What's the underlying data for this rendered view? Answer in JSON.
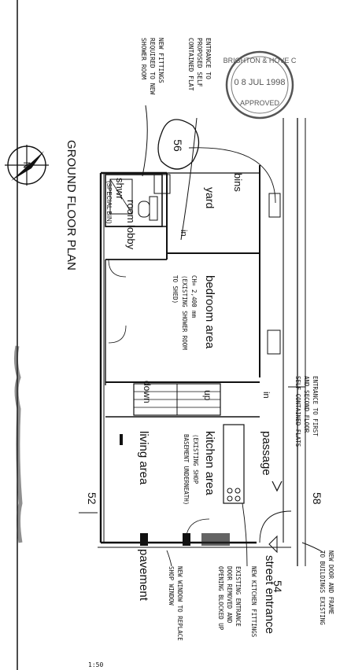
{
  "title": "GROUND FLOOR PLAN",
  "rooms": {
    "yard": "yard",
    "bins": "bins",
    "bedroom": "bedroom area",
    "shwr": "shwr",
    "room": "room",
    "lobby": "lobby",
    "kitchen": "kitchen area",
    "living": "living area",
    "passage": "passage",
    "street_entrance": "street entrance",
    "pavement": "pavement",
    "down": "down",
    "up": "up",
    "in_yard": "in",
    "in_passage": "in"
  },
  "numbers": {
    "n56": "56",
    "n54": "54",
    "n52": "52",
    "n58": "58",
    "footer": "1:50"
  },
  "notes": {
    "top_left": [
      "NEW FITTINGS",
      "REQUIRED TO NEW",
      "SHOWER ROOM"
    ],
    "top_right": [
      "ENTRANCE TO",
      "PROPOSED SELF",
      "CONTAINED FLAT"
    ],
    "bedroom_sub": [
      "CH= 2,400 mm",
      "(EXISTING SHOWER ROOM",
      "TO SHED)"
    ],
    "kitchen_sub": [
      "(EXISTING SHOP",
      "BASEMENT UNDERNEATH)"
    ],
    "right_1": [
      "ENTRANCE TO FIRST",
      "AND SECOND FLOOR",
      "SELF CONTAINED FLATS"
    ],
    "right_bottom": [
      "NEW DOOR AND FRAME",
      "TO BUILDINGS EXISTING"
    ],
    "bottom_1": [
      "NEW WINDOW TO REPLACE",
      "SHOP WINDOW"
    ],
    "bottom_2": [
      "NEW KITCHEN FITTINGS"
    ],
    "bottom_3": [
      "EXISTING ENTRANCE",
      "DOOR REMOVED AND",
      "OPENING BLOCKED UP"
    ]
  },
  "stamp": {
    "org": "BRIGHTON & HOVE C",
    "date": "0 8 JUL 1998",
    "status": "APPROVED"
  },
  "compass": {
    "letter": "N"
  }
}
